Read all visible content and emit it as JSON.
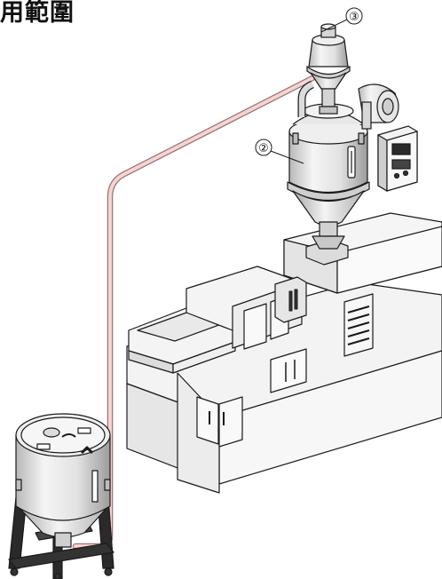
{
  "heading": "用範圍",
  "callouts": [
    {
      "label": "③",
      "target": "vacuum-hopper-receiver"
    },
    {
      "label": "②",
      "target": "dryer-hopper"
    }
  ],
  "components": {
    "receiver": "vacuum-hopper-receiver",
    "dryer": "dryer-hopper",
    "blower": "blower-heater",
    "control": "control-box",
    "machine": "injection-molding-machine",
    "storage": "storage-bin",
    "pipe": "conveying-pipe"
  },
  "colors": {
    "line": "#1a1a1a",
    "metal_light": "#f2f2f2",
    "metal_mid": "#d6d6d6",
    "metal_dark": "#a9a9a9",
    "pipe": "#f3d2d2",
    "pipe_edge": "#b88e8e",
    "machine_face": "#f7f7f7",
    "machine_side": "#e3e3e3"
  }
}
